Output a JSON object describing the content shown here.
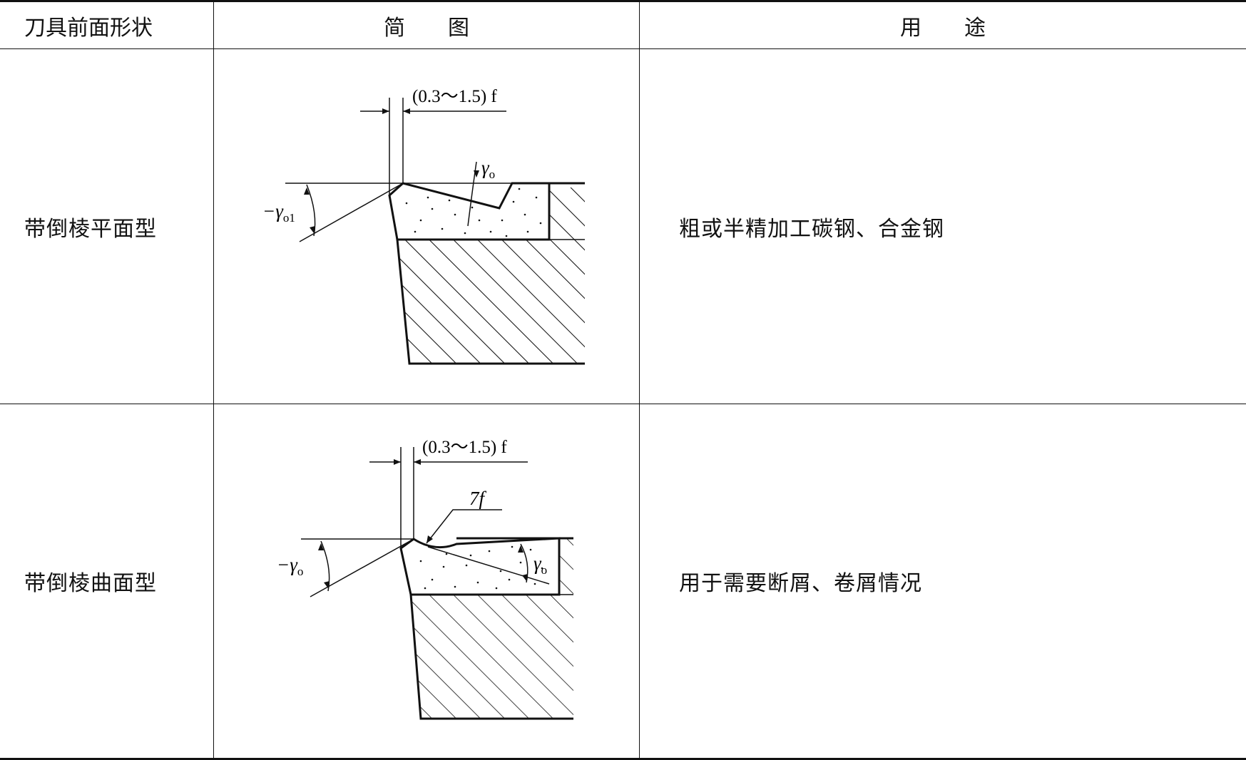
{
  "headers": {
    "shape": "刀具前面形状",
    "diagram": "简　　图",
    "use": "用　　途"
  },
  "rows": [
    {
      "shape": "带倒棱平面型",
      "use": "粗或半精加工碳钢、合金钢",
      "diagram": {
        "dimension": "(0.3～1.5) f",
        "angle_top": "γ",
        "angle_top_sub": "o",
        "angle_left": "−γ",
        "angle_left_sub": "o1"
      }
    },
    {
      "shape": "带倒棱曲面型",
      "use": "用于需要断屑、卷屑情况",
      "diagram": {
        "dimension": "(0.3～1.5) f",
        "radius": "7f",
        "angle_right": "γ",
        "angle_right_sub": "o",
        "angle_left": "−γ",
        "angle_left_sub": "o"
      }
    }
  ]
}
